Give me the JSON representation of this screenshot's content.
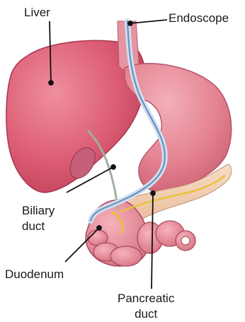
{
  "labels": {
    "liver": "Liver",
    "endoscope": "Endoscope",
    "biliary_line1": "Biliary",
    "biliary_line2": "duct",
    "duodenum": "Duodenum",
    "pancreatic_line1": "Pancreatic",
    "pancreatic_line2": "duct"
  },
  "colors": {
    "liver": "#d9556b",
    "stomach": "#e07a8a",
    "pancreas": "#f0c9a8",
    "duodenum": "#e88a98",
    "duct_yellow": "#e8c23a",
    "scope": "#7a9ec9",
    "leader_line": "#111111"
  }
}
